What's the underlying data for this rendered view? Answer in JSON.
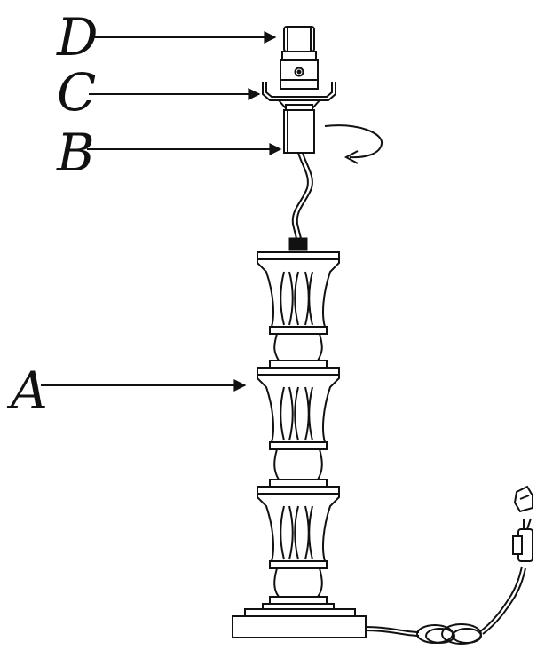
{
  "callouts": [
    {
      "id": "D",
      "label": "D"
    },
    {
      "id": "C",
      "label": "C"
    },
    {
      "id": "B",
      "label": "B"
    },
    {
      "id": "A",
      "label": "A"
    }
  ],
  "colors": {
    "ink": "#111111",
    "paper": "#ffffff"
  },
  "icons": [
    "rotation-arrow-icon",
    "arrow-right-icon"
  ]
}
